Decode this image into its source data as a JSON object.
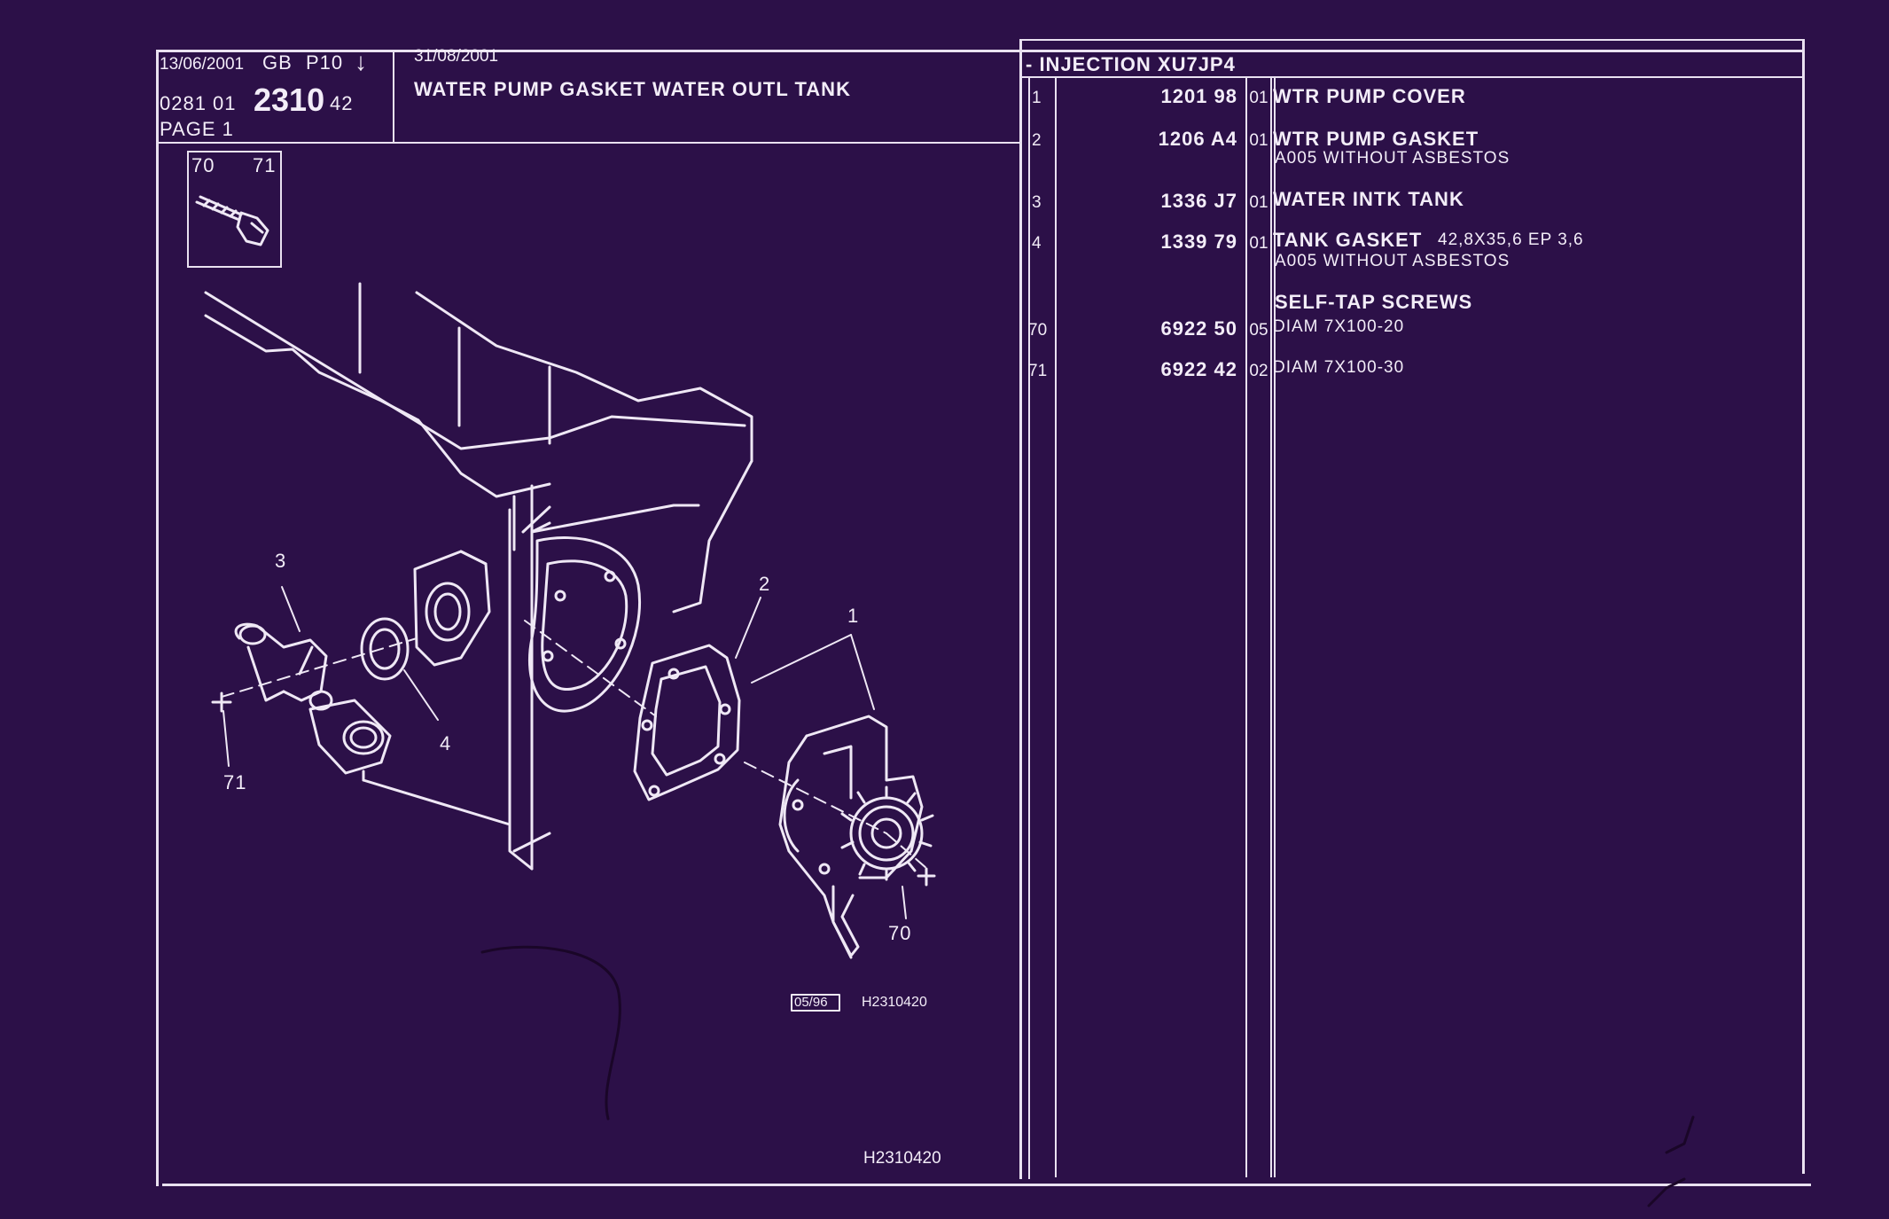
{
  "header": {
    "print_date": "13/06/2001",
    "lang": "GB",
    "page_code": "P10",
    "arrow": "↓",
    "ref_prefix": "0281 01",
    "ref_main": "2310",
    "ref_suffix": "42",
    "page_label": "PAGE 1",
    "update_date": "31/08/2001",
    "title": "WATER PUMP GASKET WATER OUTL TANK",
    "engine": "- INJECTION XU7JP4"
  },
  "inset": {
    "label_a": "70",
    "label_b": "71"
  },
  "callouts": {
    "c1": "1",
    "c2": "2",
    "c3": "3",
    "c4": "4",
    "c70": "70",
    "c71": "71"
  },
  "diagram": {
    "date_box": "05/96",
    "ref_code": "H2310420",
    "footer_code": "H2310420"
  },
  "parts": [
    {
      "item": "1",
      "ref": "1201 98",
      "qty": "01",
      "desc": "WTR PUMP COVER",
      "note": ""
    },
    {
      "item": "2",
      "ref": "1206 A4",
      "qty": "01",
      "desc": "WTR PUMP GASKET",
      "note": "A005 WITHOUT ASBESTOS"
    },
    {
      "item": "3",
      "ref": "1336 J7",
      "qty": "01",
      "desc": "WATER INTK TANK",
      "note": ""
    },
    {
      "item": "4",
      "ref": "1339 79",
      "qty": "01",
      "desc": "TANK GASKET",
      "desc_extra": "42,8X35,6 EP 3,6",
      "note": "A005 WITHOUT ASBESTOS"
    },
    {
      "group_heading": "SELF-TAP SCREWS"
    },
    {
      "item": "70",
      "ref": "6922 50",
      "qty": "05",
      "desc": "DIAM 7X100-20"
    },
    {
      "item": "71",
      "ref": "6922 42",
      "qty": "02",
      "desc": "DIAM 7X100-30"
    }
  ],
  "colors": {
    "background": "#2c1048",
    "ink": "#f3edf8"
  }
}
